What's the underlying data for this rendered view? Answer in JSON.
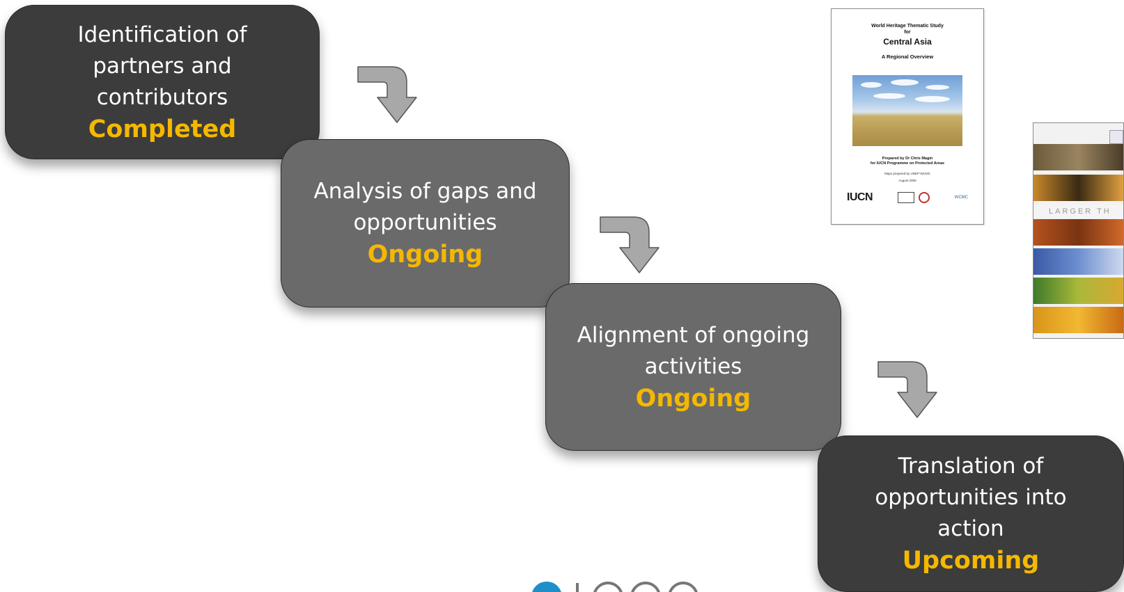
{
  "steps": [
    {
      "label": "Identification of partners and contributors",
      "status": "Completed"
    },
    {
      "label": "Analysis of gaps and opportunities",
      "status": "Ongoing"
    },
    {
      "label": "Alignment of ongoing activities",
      "status": "Ongoing"
    },
    {
      "label": "Translation of opportunities into action",
      "status": "Upcoming"
    }
  ],
  "colors": {
    "status": "#f5b800",
    "box_dark": "#3c3c3c",
    "box_light": "#6a6a6a",
    "arrow": "#a8a8a8"
  },
  "report": {
    "title_line1": "World Heritage Thematic Study",
    "title_line2": "for",
    "title_main": "Central Asia",
    "subtitle": "A Regional Overview",
    "prepared_line1": "Prepared by Dr Chris Magin",
    "prepared_line2": "for IUCN Programme on Protected Areas",
    "maps_line": "Maps prepared by UNEP-WCMC",
    "date_line": "August 2005",
    "logo_iucn": "IUCN",
    "logo_wcmc": "WCMC"
  },
  "cover2": {
    "strip_text": "LARGER TH"
  },
  "icons": [
    "curved-arrow-icon",
    "iucn-logo",
    "unesco-logo",
    "world-heritage-emblem",
    "wcmc-logo"
  ]
}
